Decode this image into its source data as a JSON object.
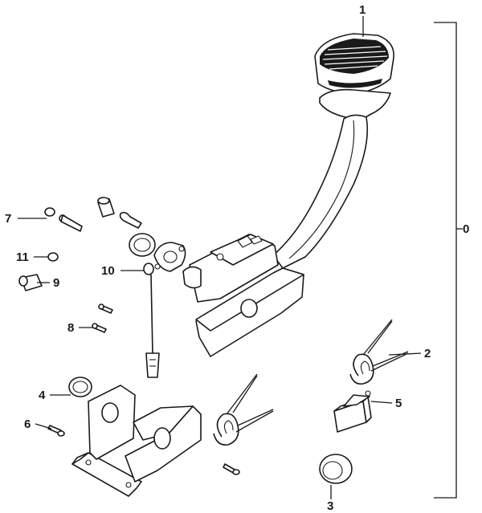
{
  "callouts": {
    "c0": "0",
    "c1": "1",
    "c2": "2",
    "c3": "3",
    "c4": "4",
    "c5": "5",
    "c6": "6",
    "c7": "7",
    "c8": "8",
    "c9": "9",
    "c10": "10",
    "c11": "11"
  },
  "colors": {
    "line": "#1a1a1a",
    "background": "#ffffff"
  }
}
